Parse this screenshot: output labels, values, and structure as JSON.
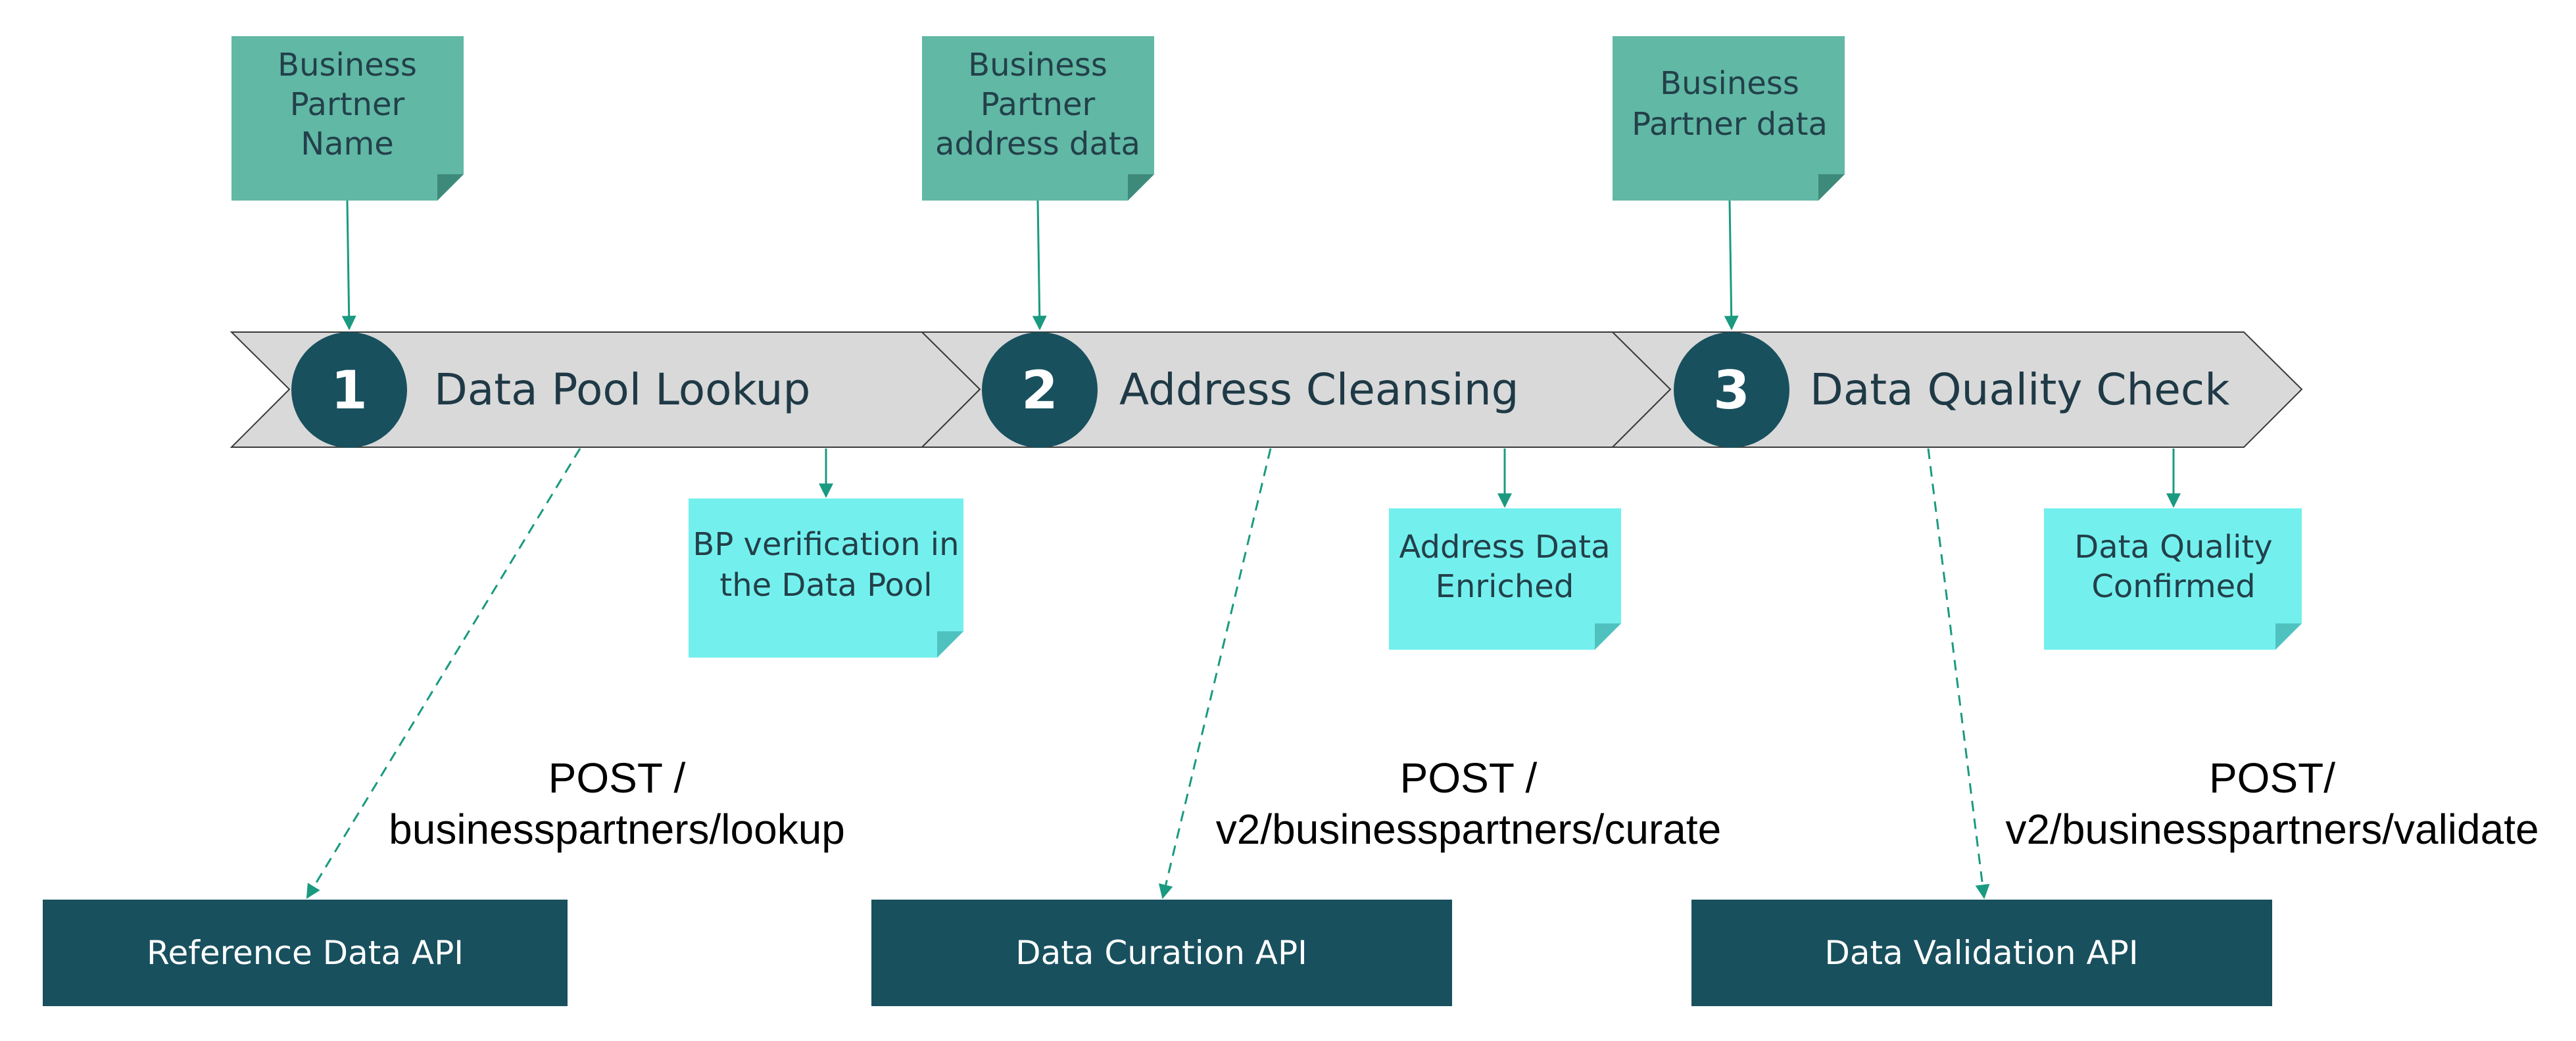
{
  "colors": {
    "chevron_fill": "#d9d9d9",
    "chevron_stroke": "#3a3a3a",
    "step_circle": "#18505e",
    "input_note": "#60b8a5",
    "output_note": "#73f0ee",
    "api_box": "#18505e",
    "connector": "#1a9a80"
  },
  "steps": [
    {
      "number": "1",
      "label": "Data Pool Lookup",
      "input_note": [
        "Business",
        "Partner",
        "Name"
      ],
      "output_note": [
        "BP verification in",
        "the Data Pool"
      ],
      "endpoint": [
        "POST /",
        "businesspartners/lookup"
      ],
      "api": "Reference Data API"
    },
    {
      "number": "2",
      "label": "Address Cleansing",
      "input_note": [
        "Business",
        "Partner",
        "address data"
      ],
      "output_note": [
        "Address Data",
        "Enriched"
      ],
      "endpoint": [
        "POST /",
        "v2/businesspartners/curate"
      ],
      "api": "Data Curation API"
    },
    {
      "number": "3",
      "label": "Data Quality Check",
      "input_note": [
        "Business",
        "Partner data"
      ],
      "output_note": [
        "Data Quality",
        "Confirmed"
      ],
      "endpoint": [
        "POST/",
        "v2/businesspartners/validate"
      ],
      "api": "Data Validation API"
    }
  ]
}
